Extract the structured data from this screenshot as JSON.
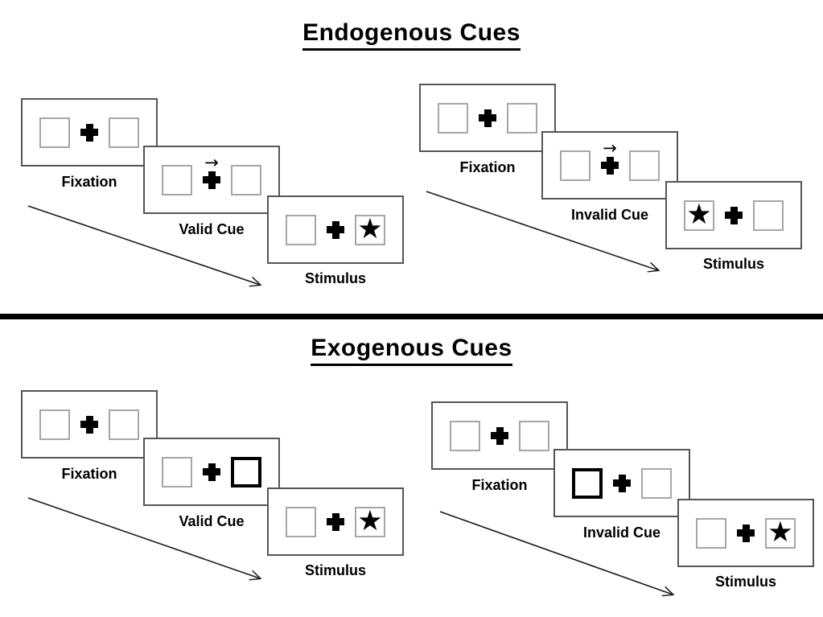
{
  "figure": {
    "description_colors": {
      "ink": "#000000",
      "panel_border": "#555555",
      "box_border": "#a6a6a6",
      "cue_highlight_border": "#000000",
      "background": "#ffffff"
    }
  },
  "icons": {
    "star": "★",
    "cue_arrow": "→",
    "fixation_cross": "+"
  },
  "sections": [
    {
      "title": "Endogenous Cues",
      "trials": [
        {
          "name": "valid",
          "arrow_direction": "right",
          "star_side": "right",
          "panels": [
            {
              "label": "Fixation"
            },
            {
              "label": "Valid Cue"
            },
            {
              "label": "Stimulus"
            }
          ]
        },
        {
          "name": "invalid",
          "arrow_direction": "right",
          "star_side": "left",
          "panels": [
            {
              "label": "Fixation"
            },
            {
              "label": "Invalid Cue"
            },
            {
              "label": "Stimulus"
            }
          ]
        }
      ]
    },
    {
      "title": "Exogenous Cues",
      "trials": [
        {
          "name": "valid",
          "highlight_side": "right",
          "star_side": "right",
          "panels": [
            {
              "label": "Fixation"
            },
            {
              "label": "Valid Cue"
            },
            {
              "label": "Stimulus"
            }
          ]
        },
        {
          "name": "invalid",
          "highlight_side": "left",
          "star_side": "right",
          "panels": [
            {
              "label": "Fixation"
            },
            {
              "label": "Invalid Cue"
            },
            {
              "label": "Stimulus"
            }
          ]
        }
      ]
    }
  ]
}
